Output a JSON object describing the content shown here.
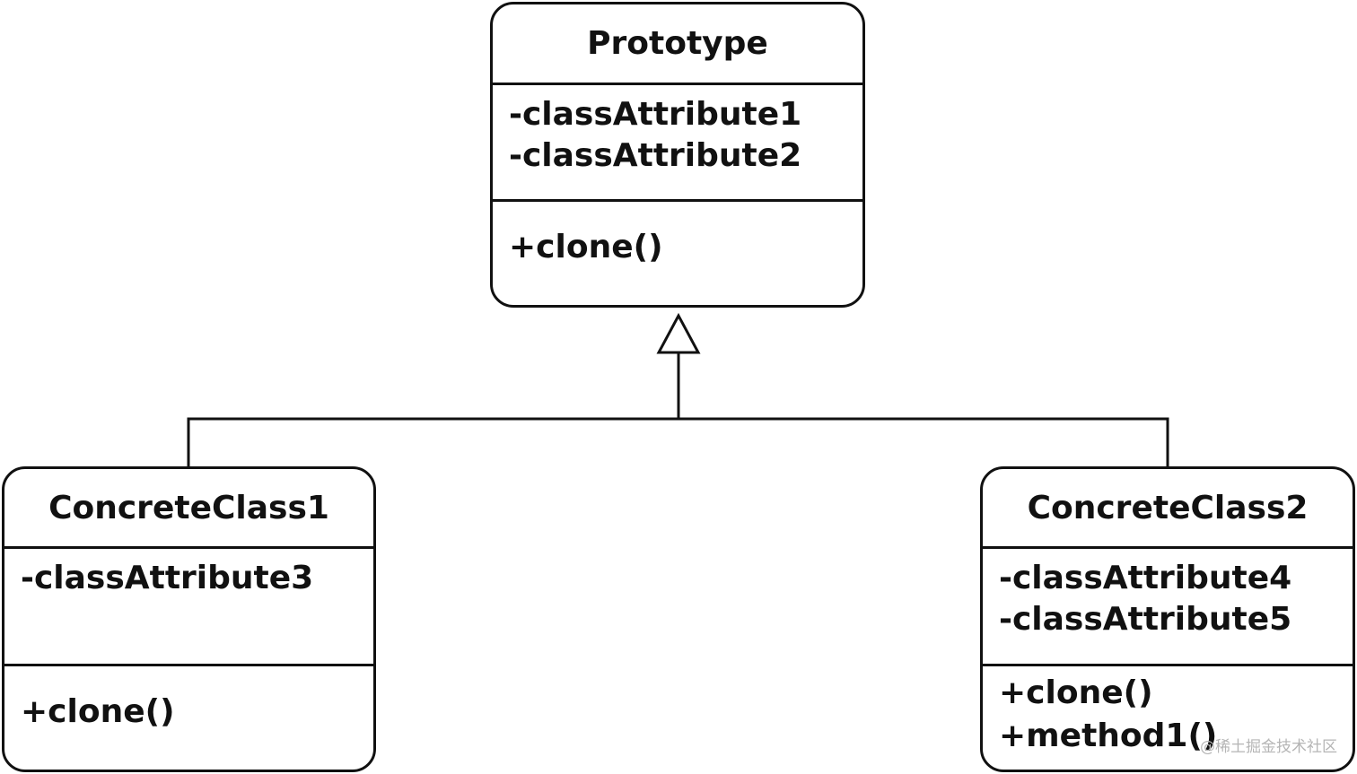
{
  "diagram": {
    "classes": [
      {
        "id": "prototype",
        "name": "Prototype",
        "attributes": [
          "-classAttribute1",
          "-classAttribute2"
        ],
        "operations": [
          "+clone()"
        ]
      },
      {
        "id": "concrete1",
        "name": "ConcreteClass1",
        "attributes": [
          "-classAttribute3"
        ],
        "operations": [
          "+clone()"
        ]
      },
      {
        "id": "concrete2",
        "name": "ConcreteClass2",
        "attributes": [
          "-classAttribute4",
          "-classAttribute5"
        ],
        "operations": [
          "+clone()",
          "+method1()"
        ]
      }
    ],
    "relationships": [
      {
        "type": "generalization",
        "from": "concrete1",
        "to": "prototype"
      },
      {
        "type": "generalization",
        "from": "concrete2",
        "to": "prototype"
      }
    ],
    "stroke_color": "#111111"
  },
  "watermark": "@稀土掘金技术社区"
}
